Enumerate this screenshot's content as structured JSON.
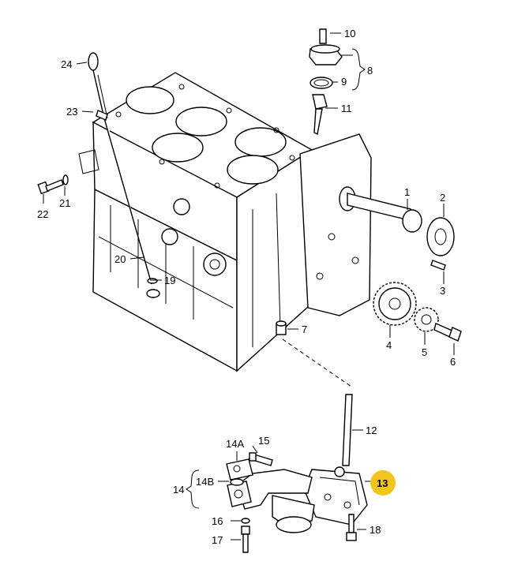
{
  "callouts": {
    "c1": "1",
    "c2": "2",
    "c3": "3",
    "c4": "4",
    "c5": "5",
    "c6": "6",
    "c7": "7",
    "c8": "8",
    "c9": "9",
    "c10": "10",
    "c11": "11",
    "c12": "12",
    "c13": "13",
    "c14": "14",
    "c14a": "14A",
    "c14b": "14B",
    "c15": "15",
    "c16": "16",
    "c17": "17",
    "c18": "18",
    "c19": "19",
    "c20": "20",
    "c21": "21",
    "c22": "22",
    "c23": "23",
    "c24": "24"
  },
  "highlight": {
    "color": "#f2c51c",
    "callout": "13"
  }
}
